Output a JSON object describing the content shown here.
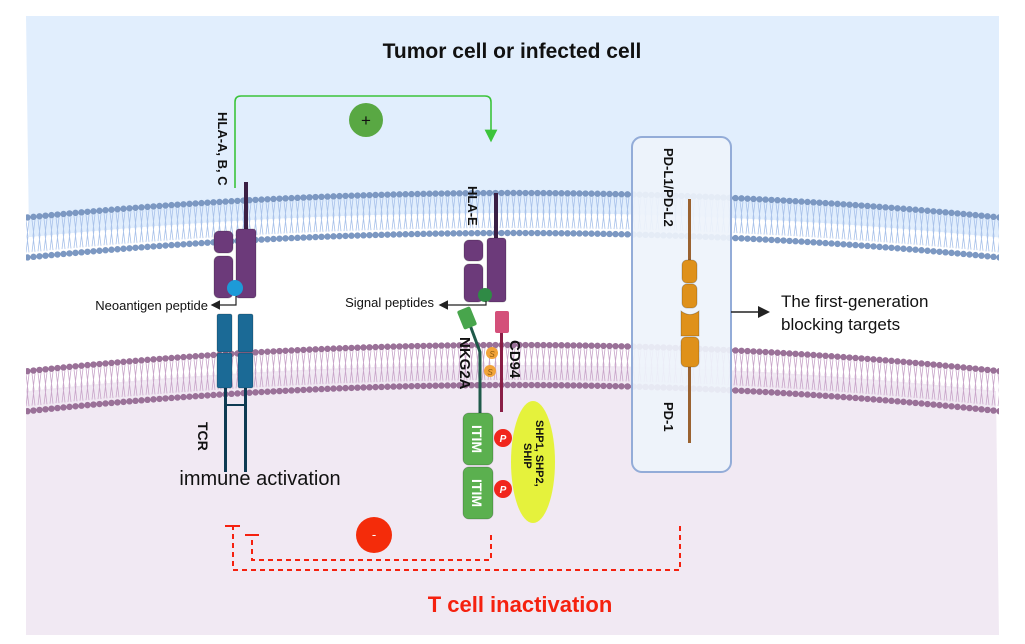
{
  "title": "Tumor cell or infected cell",
  "colors": {
    "tumor_bg": "#e1eefd",
    "tcell_bg": "#f1e9f3",
    "tumor_membrane": "#7c98c2",
    "tumor_tail": "#a9c2ea",
    "tcell_membrane": "#9a7198",
    "tcell_tail": "#c9a6ca",
    "hla": "#6c3a7a",
    "hla_stalk": "#3b1f44",
    "neoantigen": "#1d9ad8",
    "signal_peptide": "#2f8a45",
    "tcr": "#1b6a96",
    "tcr_stalk": "#0f3b52",
    "nkg2a": "#48a54c",
    "nkg2a_stalk": "#1f5a4a",
    "cd94": "#d4507a",
    "cd94_stalk": "#8a1e46",
    "disulfide": "#f2a43a",
    "itim": "#5bb04f",
    "phospho": "#f1261d",
    "shp": "#e5f23c",
    "pd": "#df911a",
    "pd_stalk": "#9a6230",
    "plus": "#59a843",
    "plus_arrow": "#3cc43b",
    "inhibit": "#f5210f",
    "minus": "#f42c0a"
  },
  "labels": {
    "hla_abc": "HLA-A, B, C",
    "hla_e": "HLA-E",
    "neoantigen": "Neoantigen peptide",
    "signal_peptides": "Signal peptides",
    "tcr": "TCR",
    "nkg2a": "NKG2A",
    "cd94": "CD94",
    "itim": "ITIM",
    "phospho": "P",
    "disulfide": "S",
    "shp_line1": "SHP1, SHP2,",
    "shp_line2": "SHIP",
    "pdl": "PD-L1/PD-L2",
    "pd1": "PD-1",
    "first_gen_line1": "The first-generation",
    "first_gen_line2": "blocking targets",
    "immune_activation": "immune activation",
    "tcell_inactivation": "T cell inactivation",
    "plus": "+",
    "minus": "-"
  }
}
